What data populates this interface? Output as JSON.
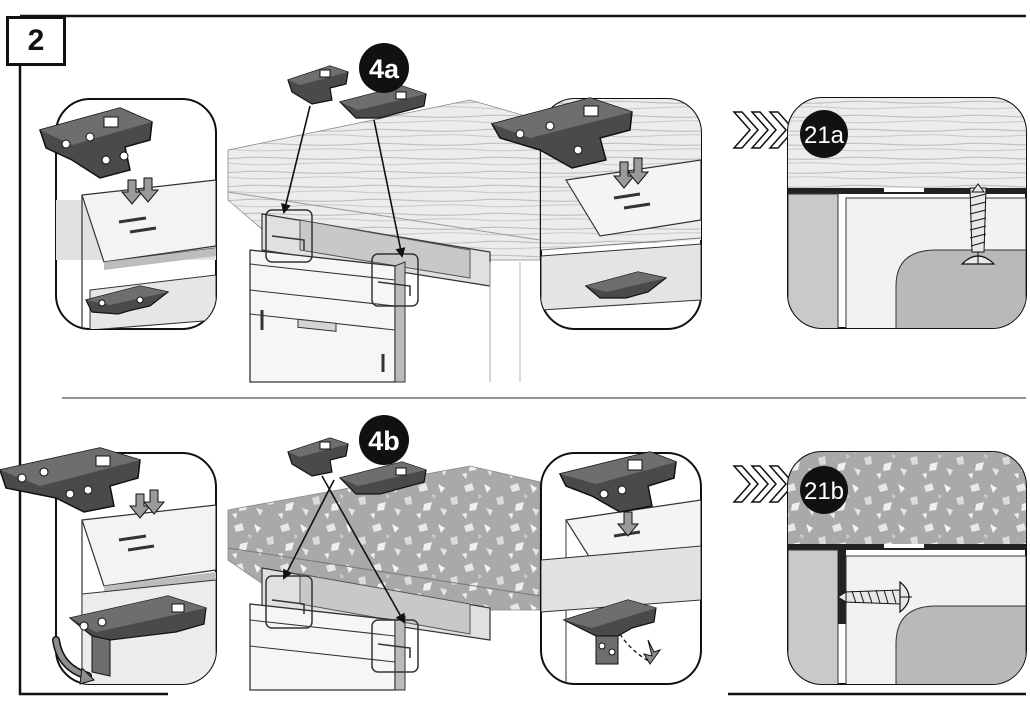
{
  "step": {
    "number": "2"
  },
  "variant_a": {
    "label": "4a",
    "ref_label": "21a"
  },
  "variant_b": {
    "label": "4b",
    "ref_label": "21b"
  },
  "colors": {
    "line": "#111111",
    "panel_fill": "#ffffff",
    "bracket_fill": "#4a4a4a",
    "bracket_top": "#6e6e6e",
    "bracket_edge": "#1a1a1a",
    "gray_light": "#d6d6d6",
    "gray_mid": "#b7b7b7",
    "gray_dark": "#8f8f8f",
    "badge_fill": "#111111",
    "badge_text": "#ffffff",
    "separator": "#555555"
  }
}
